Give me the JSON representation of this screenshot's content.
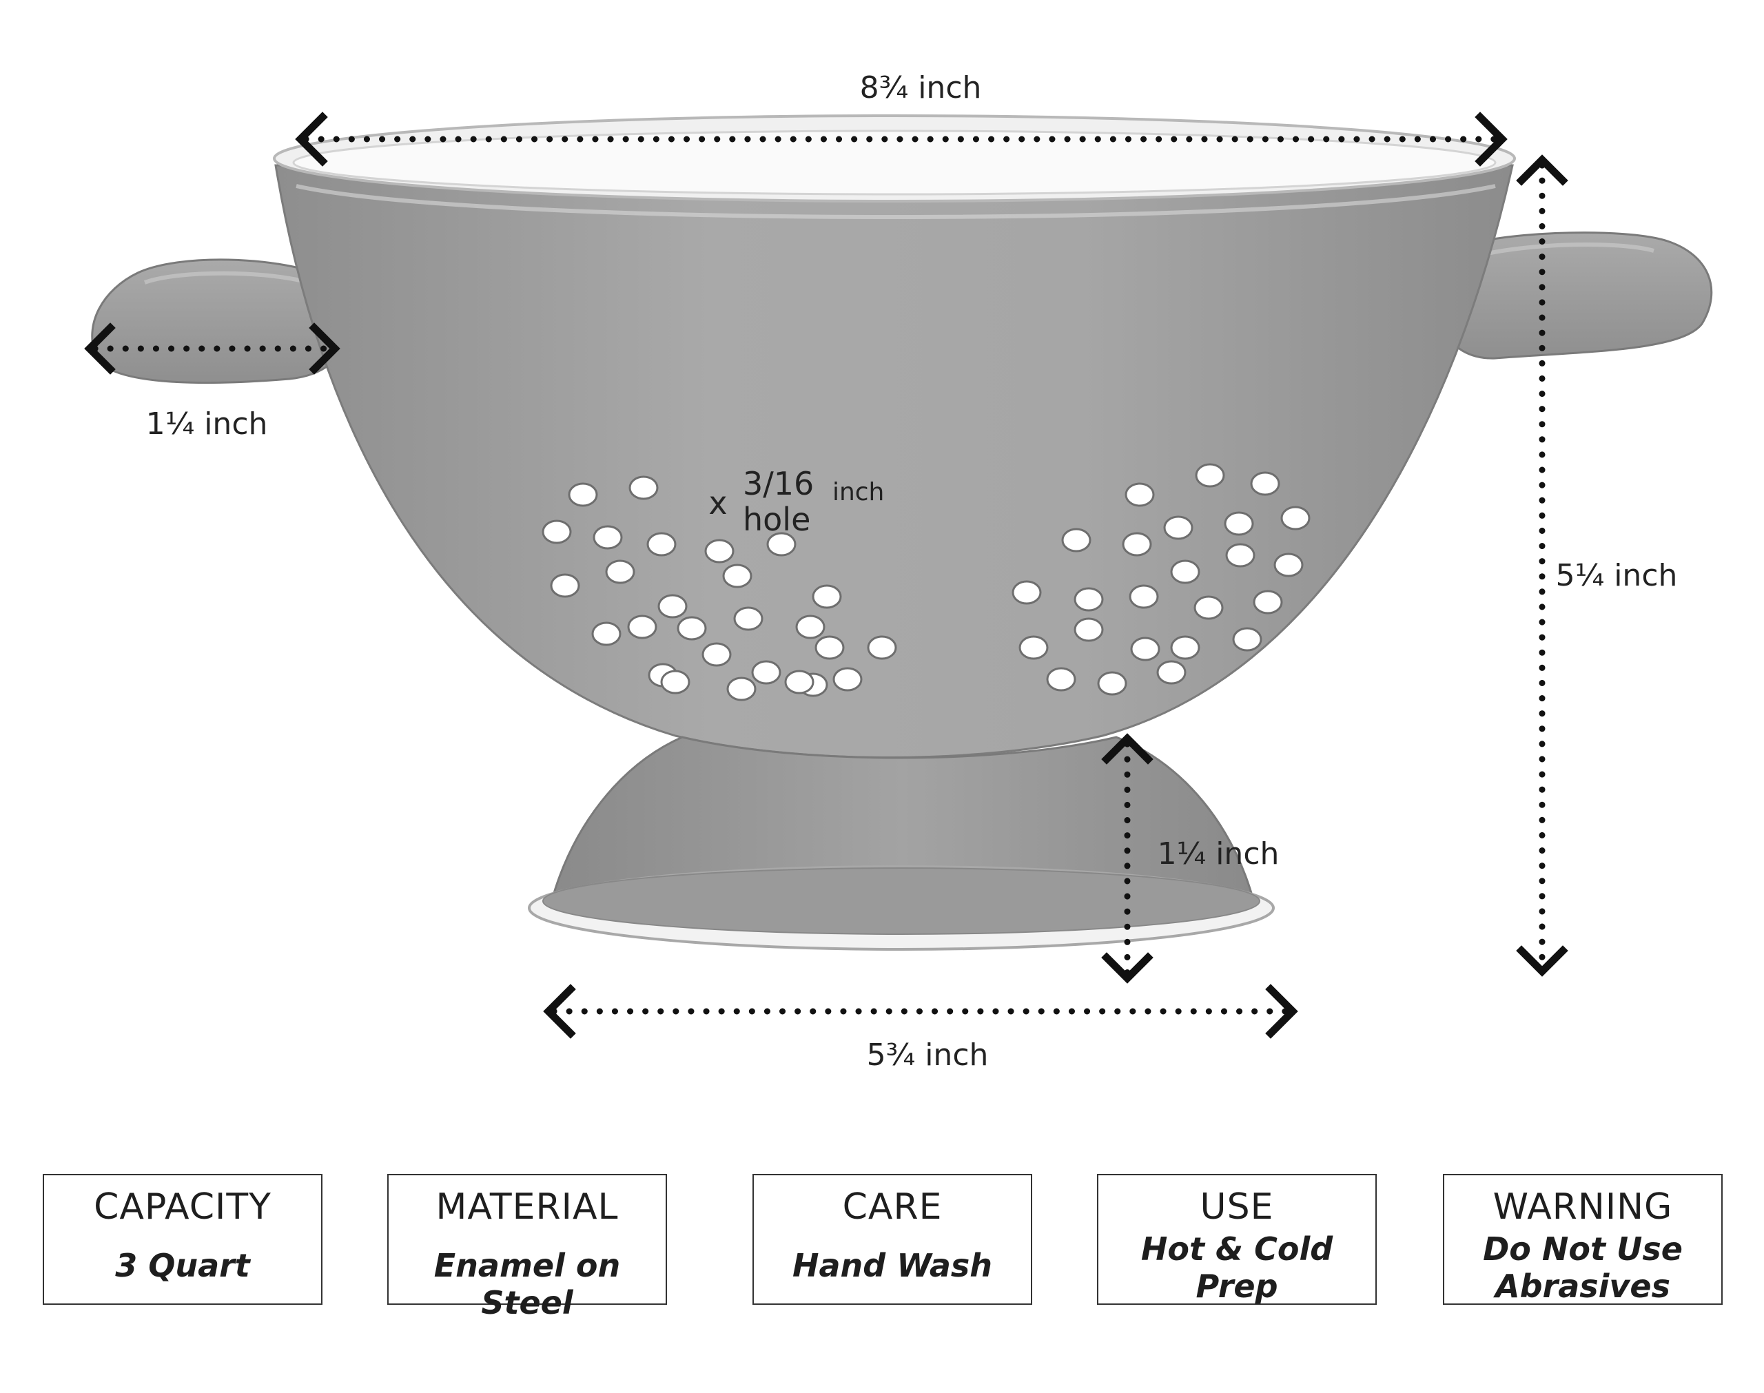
{
  "dimensions": {
    "rim_width": "8¾ inch",
    "handle_width": "1¼ inch",
    "hole_size_fraction": "3/16",
    "hole_size_unit": "inch",
    "hole_size_word": "hole",
    "hole_marker": "x",
    "total_height": "5¼ inch",
    "base_height": "1¼ inch",
    "base_width": "5¾ inch"
  },
  "specs": [
    {
      "title": "CAPACITY",
      "value_lines": [
        "3 Quart"
      ]
    },
    {
      "title": "MATERIAL",
      "value_lines": [
        "Enamel on Steel"
      ]
    },
    {
      "title": "CARE",
      "value_lines": [
        "Hand Wash"
      ]
    },
    {
      "title": "USE",
      "value_lines": [
        "Hot & Cold",
        "Prep"
      ]
    },
    {
      "title": "WARNING",
      "value_lines": [
        "Do Not Use",
        "Abrasives"
      ]
    }
  ],
  "colors": {
    "colander_body": "#a2a2a2",
    "colander_dark": "#8d8d8d",
    "rim_steel": "#e4e4e4",
    "arrow": "#111111"
  }
}
